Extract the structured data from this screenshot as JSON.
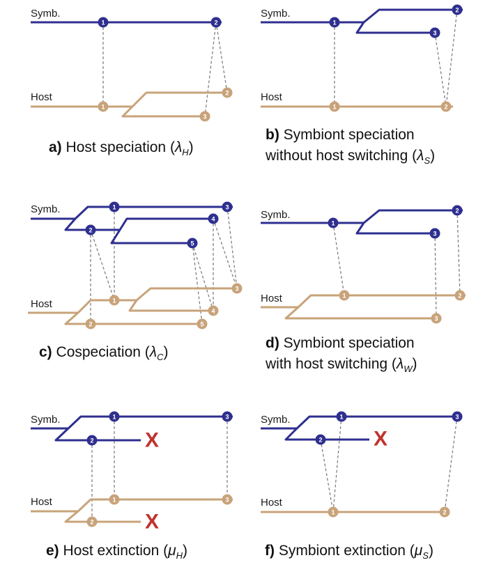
{
  "colors": {
    "symbiont": "#2e2f8f",
    "host": "#c8a37a",
    "link": "#777777",
    "extinct": "#c0332e"
  },
  "panels": [
    {
      "symb_label": "Symb.",
      "host_label": "Host",
      "symb_nodes": [
        "1",
        "2"
      ],
      "host_nodes": [
        "1",
        "2",
        "3"
      ],
      "caption": [
        {
          "letter": "a)",
          "text": "Host speciation (",
          "symbol": "λ",
          "sub": "H",
          "close": ")"
        }
      ]
    },
    {
      "symb_label": "Symb.",
      "host_label": "Host",
      "symb_nodes": [
        "1",
        "2",
        "3"
      ],
      "host_nodes": [
        "1",
        "2"
      ],
      "caption": [
        {
          "letter": "b)",
          "text": "Symbiont speciation"
        },
        {
          "letter": "",
          "text": "without host switching (",
          "symbol": "λ",
          "sub": "S",
          "close": ")"
        }
      ]
    },
    {
      "symb_label": "Symb.",
      "host_label": "Host",
      "symb_nodes": [
        "1",
        "2",
        "3",
        "4",
        "5"
      ],
      "host_nodes": [
        "1",
        "2",
        "3",
        "4",
        "5"
      ],
      "caption": [
        {
          "letter": "c)",
          "text": "Cospeciation (",
          "symbol": "λ",
          "sub": "C",
          "close": ")"
        }
      ]
    },
    {
      "symb_label": "Symb.",
      "host_label": "Host",
      "symb_nodes": [
        "1",
        "2",
        "3"
      ],
      "host_nodes": [
        "1",
        "2",
        "3"
      ],
      "caption": [
        {
          "letter": "d)",
          "text": "Symbiont speciation"
        },
        {
          "letter": "",
          "text": "with host switching (",
          "symbol": "λ",
          "sub": "W",
          "close": ")"
        }
      ]
    },
    {
      "symb_label": "Symb.",
      "host_label": "Host",
      "symb_nodes": [
        "1",
        "2",
        "3"
      ],
      "host_nodes": [
        "1",
        "2",
        "3"
      ],
      "extinction_mark": "X",
      "caption": [
        {
          "letter": "e)",
          "text": "Host extinction (",
          "symbol": "μ",
          "sub": "H",
          "close": ")"
        }
      ]
    },
    {
      "symb_label": "Symb.",
      "host_label": "Host",
      "symb_nodes": [
        "1",
        "2",
        "3"
      ],
      "host_nodes": [
        "1",
        "2"
      ],
      "extinction_mark": "X",
      "caption": [
        {
          "letter": "f)",
          "text": "Symbiont extinction (",
          "symbol": "μ",
          "sub": "S",
          "close": ")"
        }
      ]
    }
  ]
}
